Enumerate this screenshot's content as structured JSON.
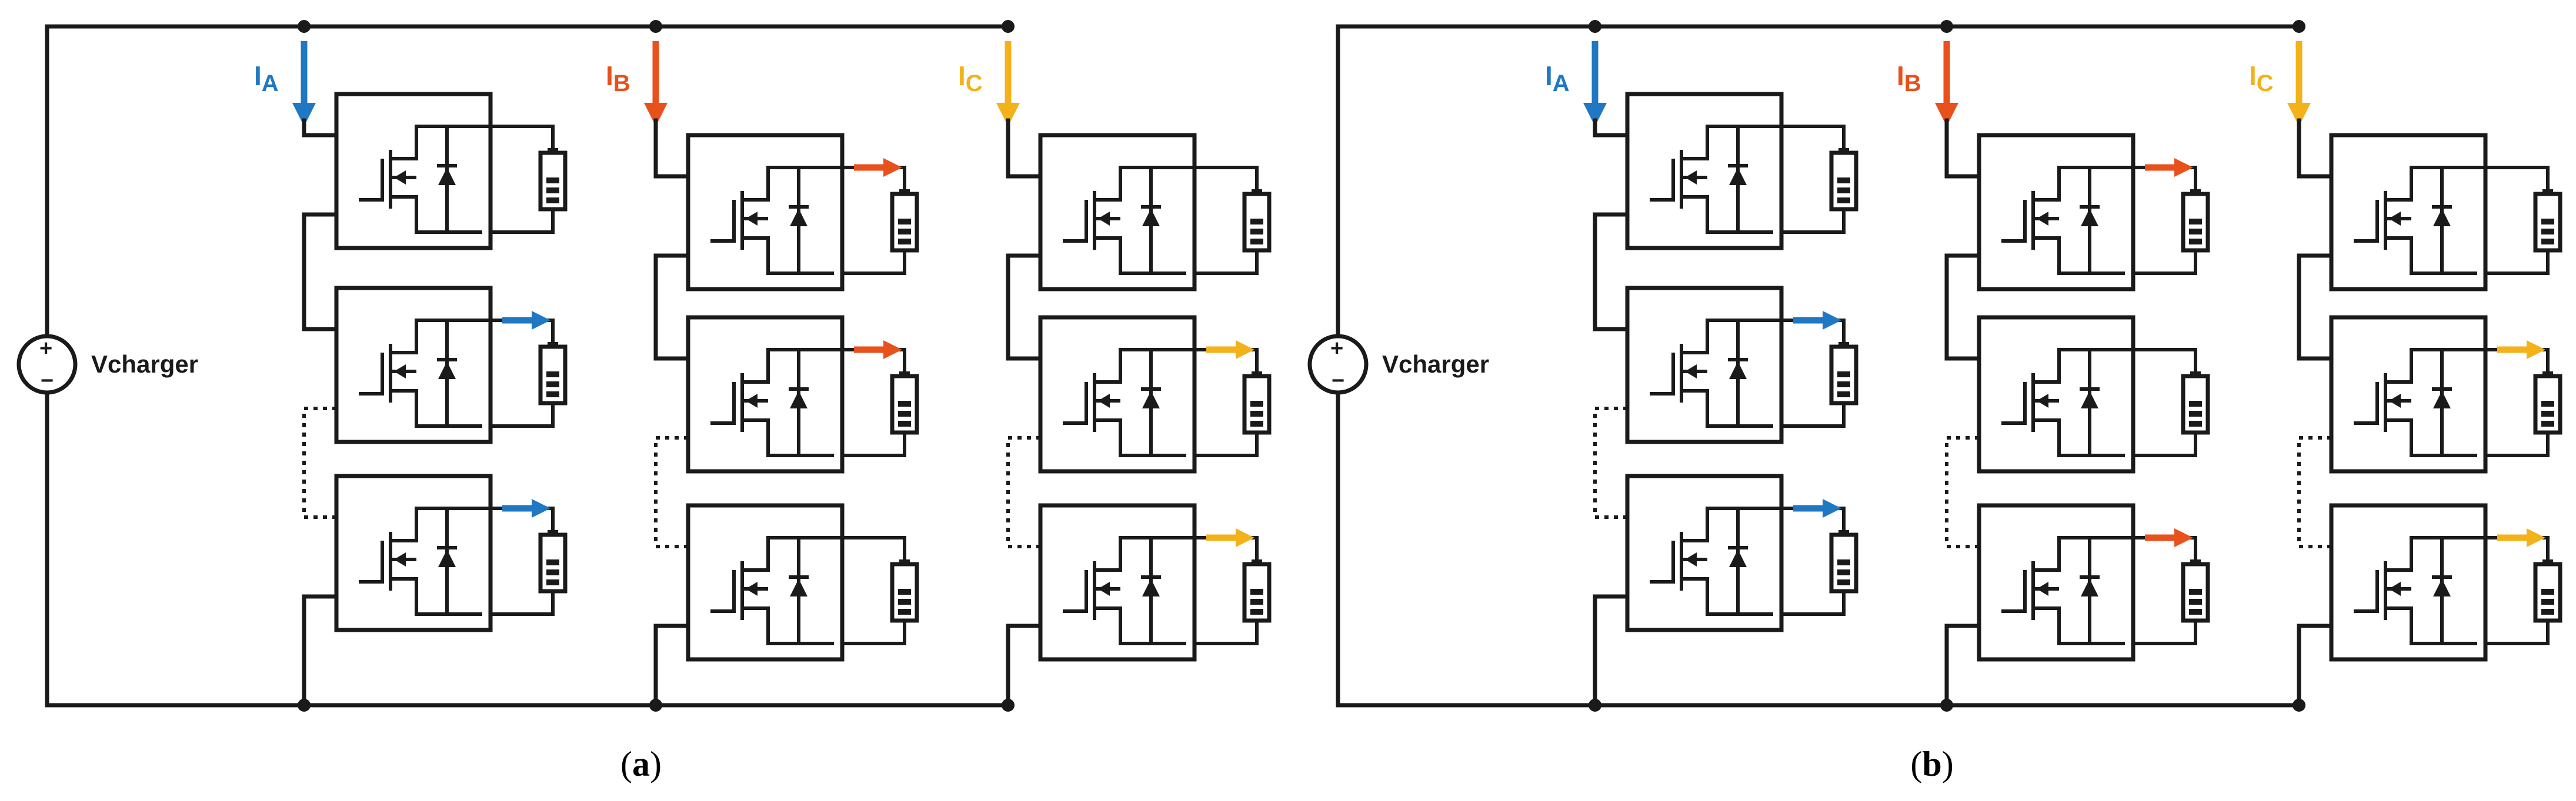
{
  "colors": {
    "phase_a": "#1f78c1",
    "phase_b": "#e8501c",
    "phase_c": "#f3b21a",
    "wire": "#1a1a1a",
    "background": "#ffffff"
  },
  "panels": [
    {
      "caption_open": "(",
      "caption_letter": "a",
      "caption_close": ")",
      "source_label": "Vcharger",
      "source_plus": "+",
      "source_minus": "−",
      "phases": [
        {
          "letter": "I",
          "sub": "A",
          "color_key": "phase_a",
          "arrows": [
            false,
            true,
            true
          ]
        },
        {
          "letter": "I",
          "sub": "B",
          "color_key": "phase_b",
          "arrows": [
            true,
            true,
            false
          ]
        },
        {
          "letter": "I",
          "sub": "C",
          "color_key": "phase_c",
          "arrows": [
            false,
            true,
            true
          ]
        }
      ]
    },
    {
      "caption_open": "(",
      "caption_letter": "b",
      "caption_close": ")",
      "source_label": "Vcharger",
      "source_plus": "+",
      "source_minus": "−",
      "phases": [
        {
          "letter": "I",
          "sub": "A",
          "color_key": "phase_a",
          "arrows": [
            false,
            true,
            true
          ]
        },
        {
          "letter": "I",
          "sub": "B",
          "color_key": "phase_b",
          "arrows": [
            true,
            false,
            true
          ]
        },
        {
          "letter": "I",
          "sub": "C",
          "color_key": "phase_c",
          "arrows": [
            false,
            true,
            true
          ]
        }
      ]
    }
  ],
  "icons": {
    "module": "igbt-diode-switch-icon",
    "battery": "battery-icon",
    "current_arrow": "current-arrow-icon",
    "source": "voltage-source-icon"
  }
}
